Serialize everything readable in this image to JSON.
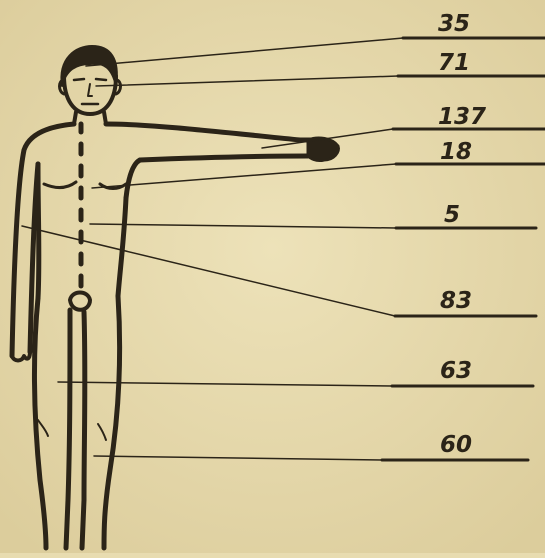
{
  "colors": {
    "paper": "#e8dcb0",
    "ink": "#2b2418"
  },
  "labels": {
    "l1": "35",
    "l2": "71",
    "l3": "137",
    "l4": "18",
    "l5": "5",
    "l6": "83",
    "l7": "63",
    "l8": "60"
  }
}
